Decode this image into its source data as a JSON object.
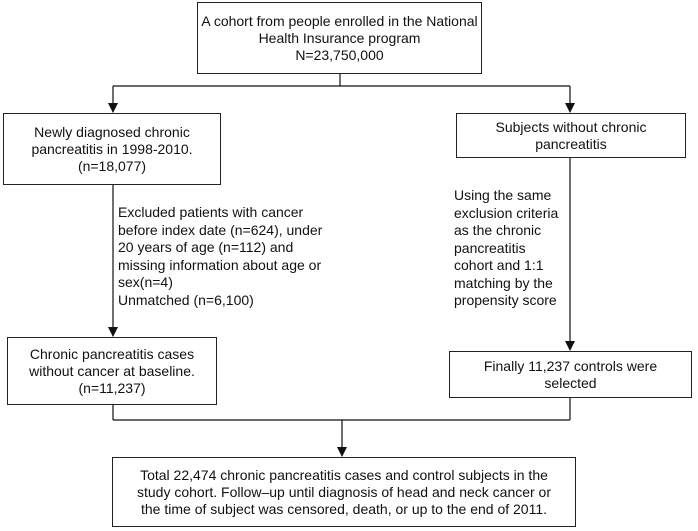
{
  "diagram": {
    "top_box": {
      "lines": [
        "A cohort from people enrolled in the National",
        "Health Insurance program",
        "N=23,750,000"
      ]
    },
    "left_box": {
      "lines": [
        "Newly diagnosed chronic",
        "pancreatitis in 1998-2010.",
        "(n=18,077)"
      ]
    },
    "right_box": {
      "lines": [
        "Subjects without chronic",
        "pancreatitis"
      ]
    },
    "left_exclusion_note": {
      "lines": [
        "Excluded patients with cancer",
        "before index date (n=624), under",
        "20 years of age (n=112) and",
        "missing information about age or",
        "sex(n=4)",
        "Unmatched (n=6,100)"
      ]
    },
    "right_matching_note": {
      "lines": [
        "Using the same",
        "exclusion criteria",
        "as the chronic",
        "pancreatitis",
        "cohort and 1:1",
        "matching by the",
        "propensity score"
      ]
    },
    "left_cases_box": {
      "lines": [
        "Chronic pancreatitis cases",
        "without cancer at baseline.",
        "(n=11,237)"
      ]
    },
    "right_controls_box": {
      "lines": [
        "Finally 11,237 controls were",
        "selected"
      ]
    },
    "bottom_box": {
      "lines": [
        "Total 22,474 chronic pancreatitis cases and control subjects in the",
        "study cohort. Follow–up until diagnosis of head and neck cancer or",
        "the time of subject was censored, death, or up to the end of 2011."
      ]
    }
  }
}
